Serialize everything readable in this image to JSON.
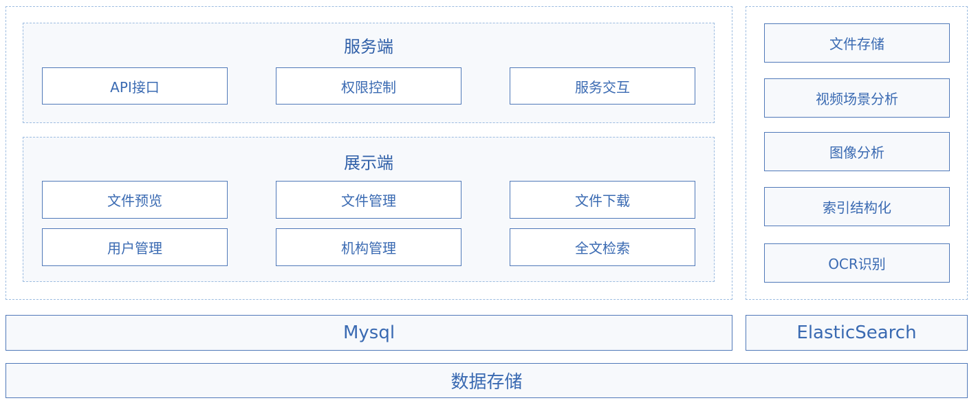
{
  "server_group": {
    "title": "服务端",
    "modules": [
      "API接口",
      "权限控制",
      "服务交互"
    ]
  },
  "display_group": {
    "title": "展示端",
    "modules_row1": [
      "文件预览",
      "文件管理",
      "文件下载"
    ],
    "modules_row2": [
      "用户管理",
      "机构管理",
      "全文检索"
    ]
  },
  "side_services": [
    "文件存储",
    "视频场景分析",
    "图像分析",
    "索引结构化",
    "OCR识别"
  ],
  "databases": {
    "mysql": "Mysql",
    "elasticsearch": "ElasticSearch"
  },
  "storage_layer": "数据存储"
}
